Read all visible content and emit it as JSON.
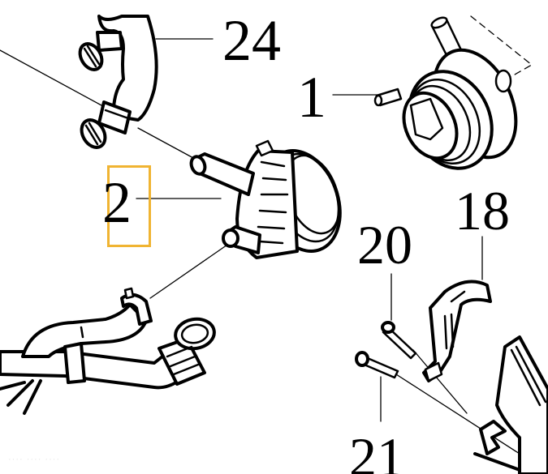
{
  "diagram": {
    "type": "exploded-parts-diagram",
    "background": "#ffffff",
    "highlight_color": "#f0b432",
    "callouts": [
      {
        "id": "callout-24",
        "label": "24",
        "part": "coolant hose upper"
      },
      {
        "id": "callout-1",
        "label": "1",
        "part": "auxiliary water pump (assembled)"
      },
      {
        "id": "callout-2",
        "label": "2",
        "part": "auxiliary water pump",
        "highlighted": true
      },
      {
        "id": "callout-18",
        "label": "18",
        "part": "bracket"
      },
      {
        "id": "callout-20",
        "label": "20",
        "part": "bolt"
      },
      {
        "id": "callout-21",
        "label": "21",
        "part": "bolt"
      }
    ],
    "watermark": "···· ···· ····"
  }
}
